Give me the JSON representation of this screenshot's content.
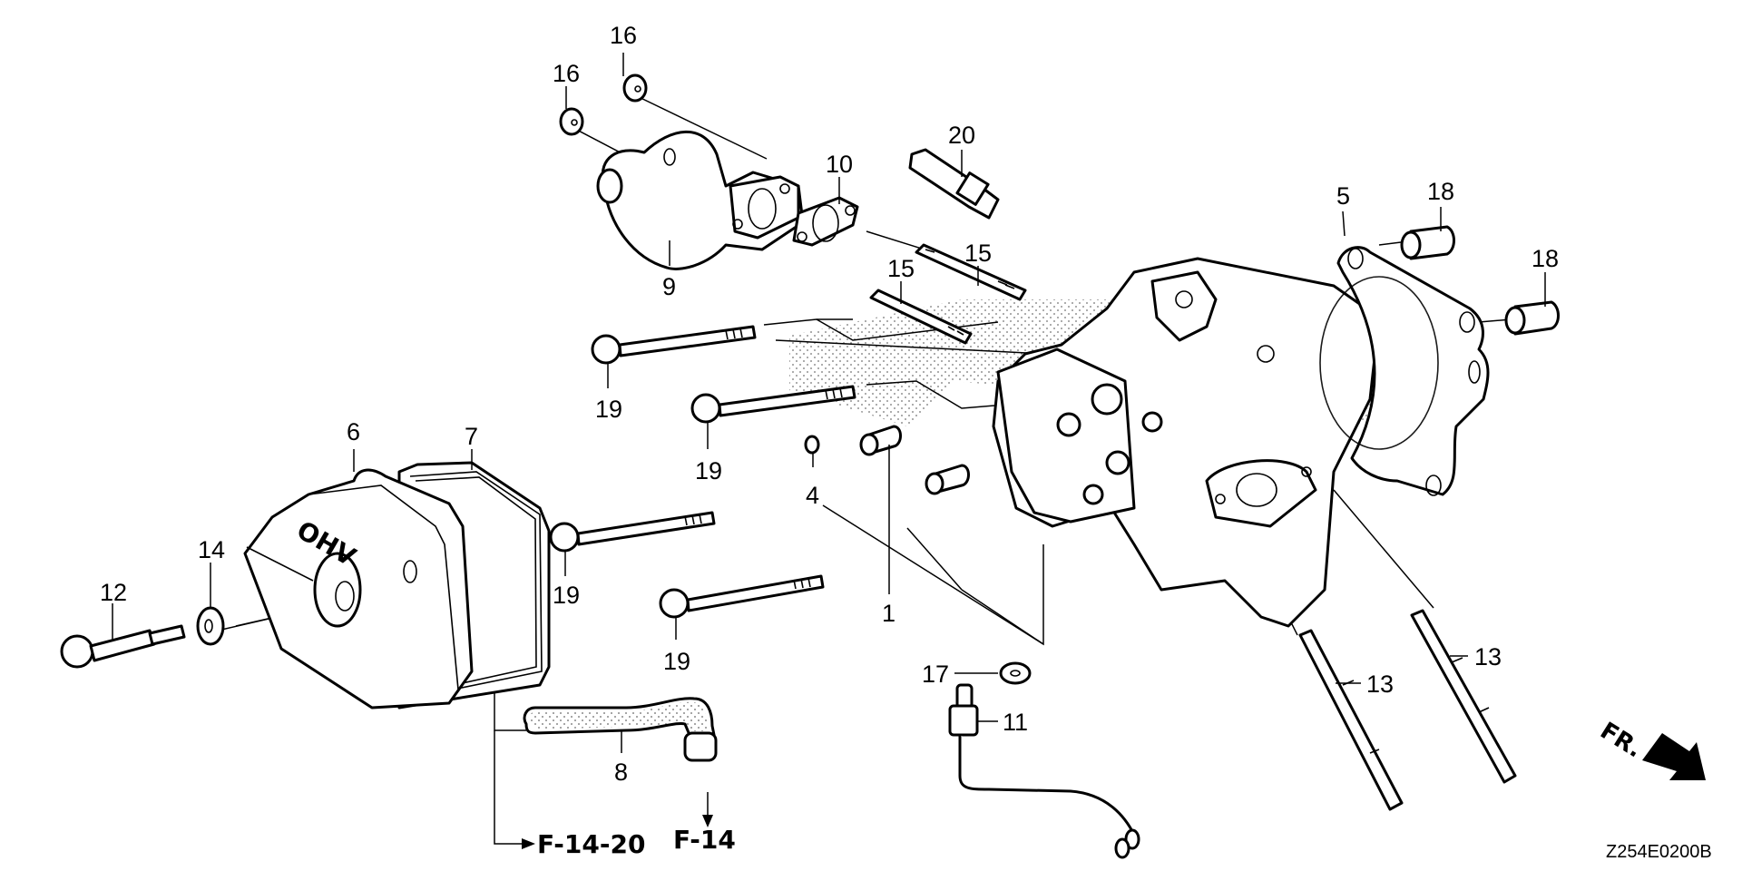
{
  "diagram": {
    "title": "Cylinder Head Exploded Parts Diagram",
    "drawing_code": "Z254E0200B",
    "direction_indicator": "FR.",
    "references": [
      {
        "id": "ref-f-14-20",
        "text": "F-14-20"
      },
      {
        "id": "ref-f-14",
        "text": "F-14"
      }
    ],
    "cover_marking": "OHV",
    "callouts": [
      {
        "id": "c1",
        "number": "1"
      },
      {
        "id": "c4",
        "number": "4"
      },
      {
        "id": "c5",
        "number": "5"
      },
      {
        "id": "c6",
        "number": "6"
      },
      {
        "id": "c7",
        "number": "7"
      },
      {
        "id": "c8",
        "number": "8"
      },
      {
        "id": "c9",
        "number": "9"
      },
      {
        "id": "c10",
        "number": "10"
      },
      {
        "id": "c11",
        "number": "11"
      },
      {
        "id": "c12",
        "number": "12"
      },
      {
        "id": "c13a",
        "number": "13"
      },
      {
        "id": "c13b",
        "number": "13"
      },
      {
        "id": "c14",
        "number": "14"
      },
      {
        "id": "c15a",
        "number": "15"
      },
      {
        "id": "c15b",
        "number": "15"
      },
      {
        "id": "c16a",
        "number": "16"
      },
      {
        "id": "c16b",
        "number": "16"
      },
      {
        "id": "c17",
        "number": "17"
      },
      {
        "id": "c18a",
        "number": "18"
      },
      {
        "id": "c18b",
        "number": "18"
      },
      {
        "id": "c19a",
        "number": "19"
      },
      {
        "id": "c19b",
        "number": "19"
      },
      {
        "id": "c19c",
        "number": "19"
      },
      {
        "id": "c19d",
        "number": "19"
      },
      {
        "id": "c20",
        "number": "20"
      }
    ]
  }
}
